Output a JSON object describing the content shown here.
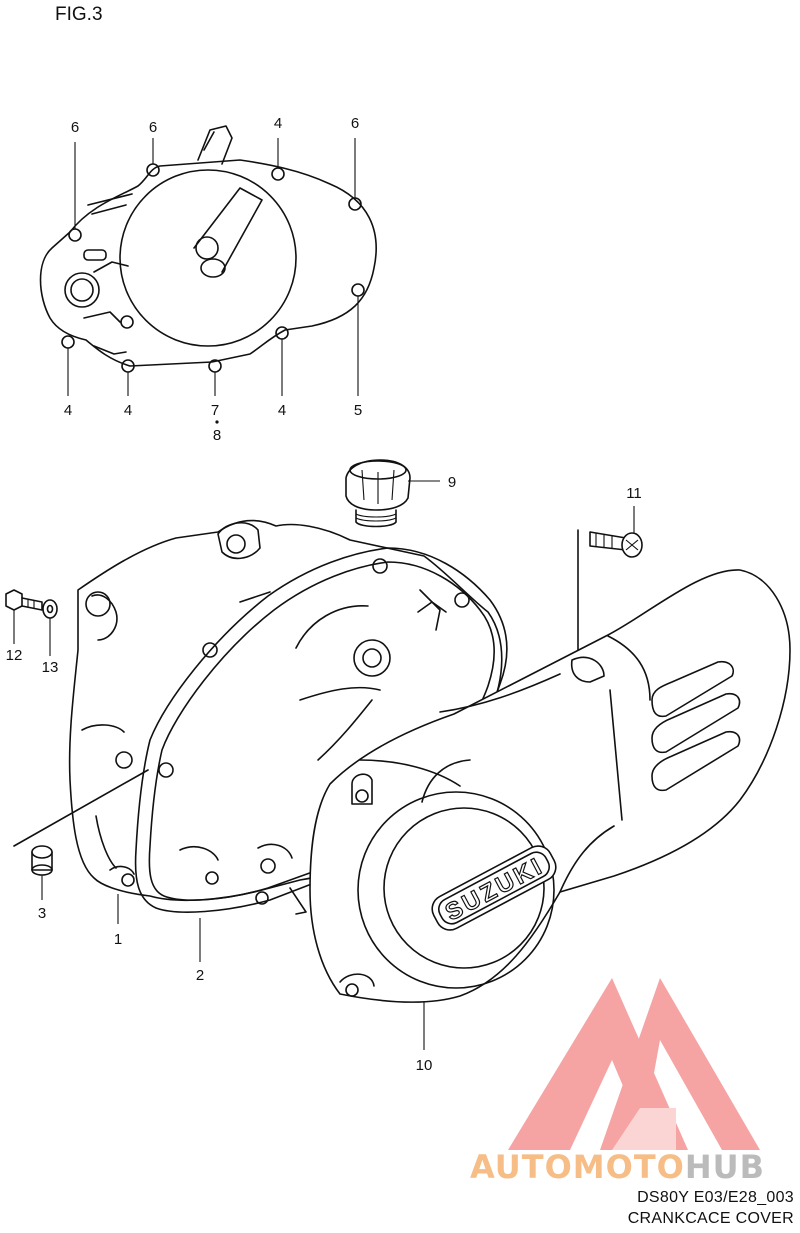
{
  "figure": {
    "title": "FIG.3",
    "code": "DS80Y E03/E28_003",
    "name": "CRANKCACE COVER"
  },
  "callouts": [
    {
      "id": "c6a",
      "text": "6"
    },
    {
      "id": "c6b",
      "text": "6"
    },
    {
      "id": "c4a",
      "text": "4"
    },
    {
      "id": "c6c",
      "text": "6"
    },
    {
      "id": "c4b",
      "text": "4"
    },
    {
      "id": "c4c",
      "text": "4"
    },
    {
      "id": "c7",
      "text": "7"
    },
    {
      "id": "c8",
      "text": "8"
    },
    {
      "id": "c4d",
      "text": "4"
    },
    {
      "id": "c5",
      "text": "5"
    },
    {
      "id": "c9",
      "text": "9"
    },
    {
      "id": "c11",
      "text": "11"
    },
    {
      "id": "c12",
      "text": "12"
    },
    {
      "id": "c13",
      "text": "13"
    },
    {
      "id": "c3",
      "text": "3"
    },
    {
      "id": "c1",
      "text": "1"
    },
    {
      "id": "c2",
      "text": "2"
    },
    {
      "id": "c10",
      "text": "10"
    }
  ],
  "cover_brand": "SUZUKI",
  "watermark": {
    "part1": "AUTO",
    "part2": "MOTO",
    "part3": "HUB",
    "colors": {
      "orange": "#f6bd86",
      "gray": "#bbbbbb",
      "logo": "#f59a9a"
    }
  }
}
